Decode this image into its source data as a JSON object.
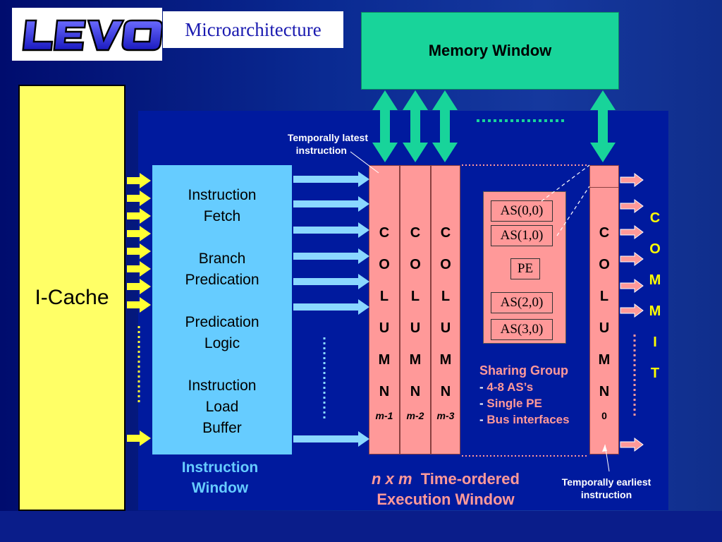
{
  "header": {
    "logo_text": "LEVO",
    "title": "Microarchitecture"
  },
  "memory_window": {
    "label": "Memory Window"
  },
  "icache": {
    "label": "I-Cache"
  },
  "instruction_window": {
    "groups": [
      [
        "Instruction",
        "Fetch"
      ],
      [
        "Branch",
        "Predication"
      ],
      [
        "Predication",
        "Logic"
      ],
      [
        "Instruction",
        "Load",
        "Buffer"
      ]
    ],
    "label_line1": "Instruction",
    "label_line2": "Window"
  },
  "columns": [
    {
      "letters": [
        "C",
        "O",
        "L",
        "U",
        "M",
        "N"
      ],
      "sub": "m-1"
    },
    {
      "letters": [
        "C",
        "O",
        "L",
        "U",
        "M",
        "N"
      ],
      "sub": "m-2"
    },
    {
      "letters": [
        "C",
        "O",
        "L",
        "U",
        "M",
        "N"
      ],
      "sub": "m-3"
    },
    {
      "letters": [
        "C",
        "O",
        "L",
        "U",
        "M",
        "N"
      ],
      "sub": "0"
    }
  ],
  "sharing_group": {
    "as_boxes": [
      "AS(0,0)",
      "AS(1,0)",
      "AS(2,0)",
      "AS(3,0)"
    ],
    "pe": "PE",
    "title": "Sharing Group",
    "items": [
      "4-8 AS’s",
      "Single PE",
      "Bus interfaces"
    ],
    "dash": "-"
  },
  "execution_window": {
    "prefix": "n x m",
    "line1": "Time-ordered",
    "line2": "Execution Window"
  },
  "callouts": {
    "latest_line1": "Temporally latest",
    "latest_line2": "instruction",
    "earliest_line1": "Temporally earliest",
    "earliest_line2": "instruction"
  },
  "commit": [
    "C",
    "O",
    "M",
    "M",
    "I",
    "T"
  ],
  "colors": {
    "background": "#0a2a92",
    "memory": "#18d49a",
    "icache": "#ffff66",
    "instruction_window": "#66ccff",
    "column": "#ff9999",
    "commit": "#ffff00"
  }
}
